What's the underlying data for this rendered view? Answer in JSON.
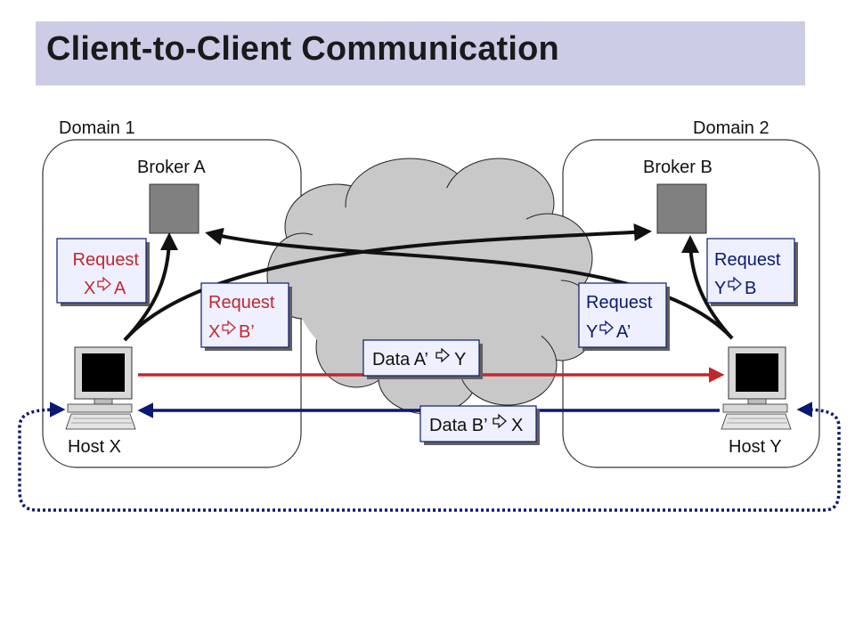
{
  "title": "Client-to-Client Communication",
  "domains": [
    {
      "label": "Domain 1"
    },
    {
      "label": "Domain 2"
    }
  ],
  "brokers": [
    {
      "label": "Broker A"
    },
    {
      "label": "Broker B"
    }
  ],
  "hosts": [
    {
      "label": "Host X"
    },
    {
      "label": "Host Y"
    }
  ],
  "requests": {
    "x_to_a": {
      "line1": "Request",
      "line2": "X",
      "line2_target": "A"
    },
    "x_to_b": {
      "line1": "Request",
      "line2": "X",
      "line2_target": "B’"
    },
    "y_to_a": {
      "line1": "Request",
      "line2": "Y",
      "line2_target": "A’"
    },
    "y_to_b": {
      "line1": "Request",
      "line2": "Y",
      "line2_target": "B"
    }
  },
  "data_flows": {
    "a_to_y": {
      "prefix": "Data A’",
      "target": "Y"
    },
    "b_to_x": {
      "prefix": "Data B’",
      "target": "X"
    }
  },
  "colors": {
    "title_bg": "#cccce6",
    "red": "#c0282d",
    "blue": "#0a1a70",
    "broker_fill": "#808080",
    "box_fill": "#eef0ff"
  }
}
